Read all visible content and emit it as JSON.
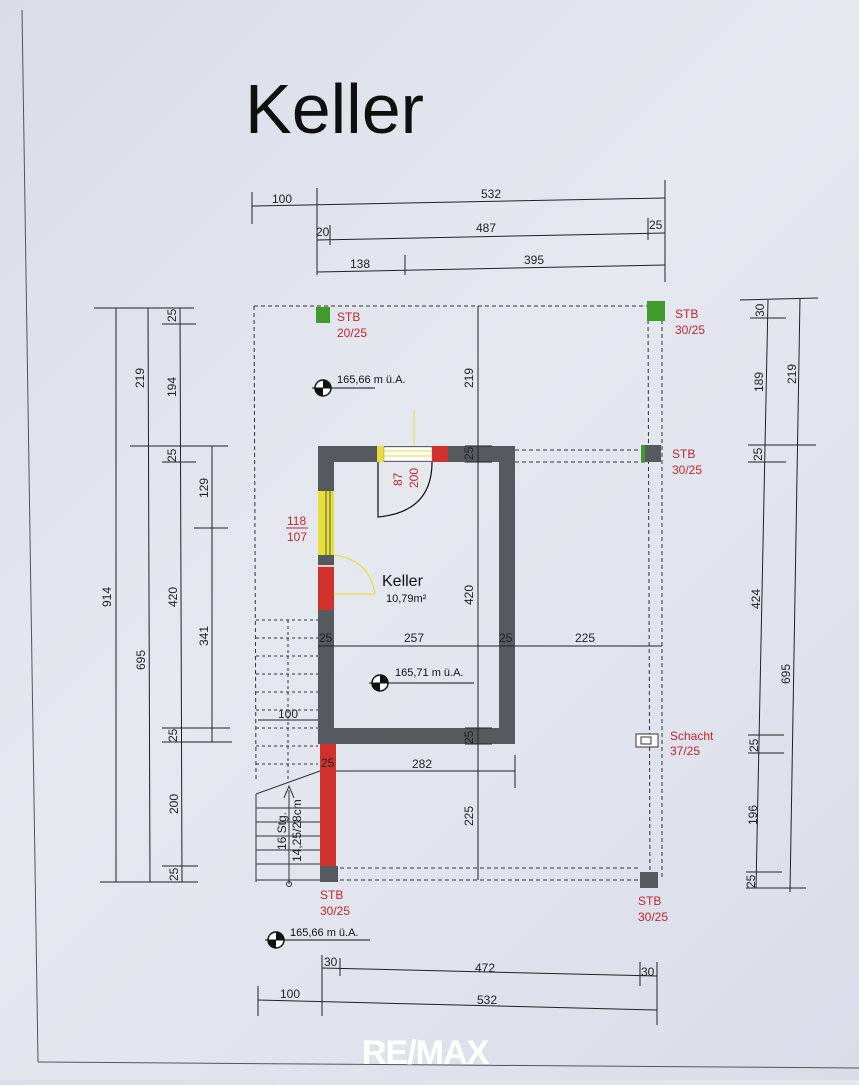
{
  "title": "Keller",
  "room": {
    "name": "Keller",
    "area": "10,79m²"
  },
  "levels": {
    "top": "165,66 m ü.A.",
    "center": "165,71 m ü.A.",
    "bottom": "165,66 m ü.A."
  },
  "columns": {
    "top_left": [
      "STB",
      "20/25"
    ],
    "top_right": [
      "STB",
      "30/25"
    ],
    "mid_right": [
      "STB",
      "30/25"
    ],
    "bottom_left": [
      "STB",
      "30/25"
    ],
    "bottom_right": [
      "STB",
      "30/25"
    ],
    "shaft": [
      "Schacht",
      "37/25"
    ]
  },
  "openings": {
    "window": [
      "118",
      "107"
    ],
    "door": [
      "87",
      "200"
    ]
  },
  "stairs": [
    "16 Stg.",
    "14,25/28cm"
  ],
  "dims": {
    "top_total": "532",
    "top_left_offset": "100",
    "top_inner": "487",
    "top_a": "20",
    "top_b": "25",
    "top_s1": "138",
    "top_s2": "395",
    "bottom_total": "532",
    "bottom_left_offset": "100",
    "bottom_inner": "472",
    "bottom_a": "30",
    "bottom_b": "30",
    "room_width": "257",
    "wall_l": "25",
    "wall_r": "25",
    "right_gap": "225",
    "lower_width": "282",
    "lower_wall": "25",
    "stair_width": "100",
    "inner_upper": "219",
    "inner_room": "420",
    "inner_lower": "225",
    "inner_w1": "25",
    "inner_w2": "25",
    "left_total": "914",
    "left_a": "219",
    "left_b": "695",
    "left_c1": "25",
    "left_c2": "194",
    "left_c3": "25",
    "left_c4": "420",
    "left_c5": "25",
    "left_c6": "200",
    "left_c7": "25",
    "left_d1": "129",
    "left_d2": "341",
    "right_a": "30",
    "right_b": "189",
    "right_c": "25",
    "right_d": "424",
    "right_e": "25",
    "right_f": "196",
    "right_g": "25",
    "right_t1": "219",
    "right_t2": "695"
  },
  "logo": "RE/MAX",
  "colors": {
    "wall": "#555a5e",
    "window": "#e6df3a",
    "door_red": "#d0312d",
    "column_green": "#3f9b2a",
    "dim_red": "#c0282d"
  }
}
